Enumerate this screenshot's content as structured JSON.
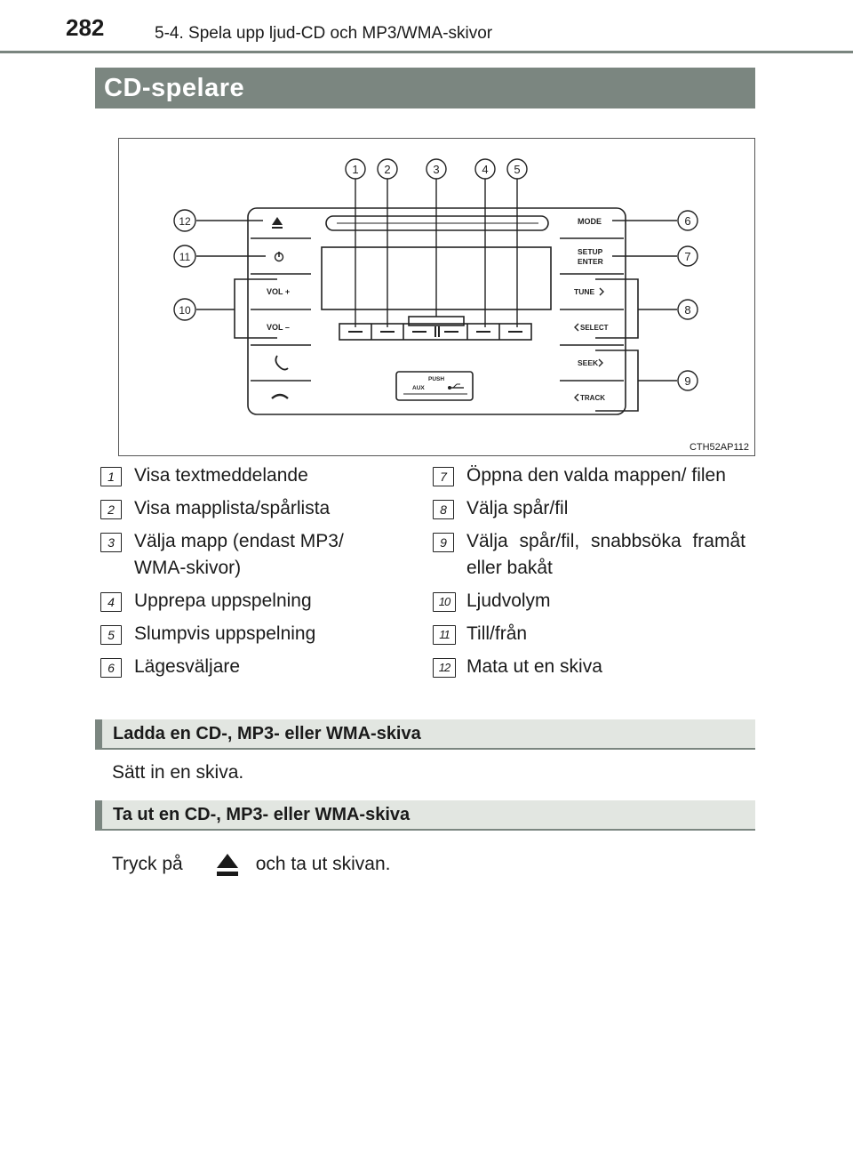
{
  "header": {
    "page_number": "282",
    "chapter": "5-4. Spela upp ljud-CD och MP3/WMA-skivor"
  },
  "section_title": "CD-spelare",
  "figure": {
    "code": "CTH52AP112",
    "buttons": {
      "mode": "MODE",
      "setup": "SETUP",
      "enter": "ENTER",
      "tune": "TUNE",
      "select": "SELECT",
      "seek": "SEEK",
      "track": "TRACK",
      "vol_plus": "VOL +",
      "vol_minus": "VOL –",
      "push": "PUSH",
      "aux": "AUX"
    },
    "callouts": [
      "1",
      "2",
      "3",
      "4",
      "5",
      "6",
      "7",
      "8",
      "9",
      "10",
      "11",
      "12"
    ]
  },
  "legend": [
    {
      "num": "1",
      "text": "Visa textmeddelande"
    },
    {
      "num": "2",
      "text": "Visa mapplista/spårlista"
    },
    {
      "num": "3",
      "text": "Välja mapp (endast MP3/ WMA-skivor)"
    },
    {
      "num": "4",
      "text": "Upprepa uppspelning"
    },
    {
      "num": "5",
      "text": "Slumpvis uppspelning"
    },
    {
      "num": "6",
      "text": "Lägesväljare"
    },
    {
      "num": "7",
      "text": "Öppna den valda mappen/ filen"
    },
    {
      "num": "8",
      "text": "Välja spår/fil"
    },
    {
      "num": "9",
      "text": "Välja spår/fil, snabbsöka framåt eller bakåt"
    },
    {
      "num": "10",
      "text": "Ljudvolym"
    },
    {
      "num": "11",
      "text": "Till/från"
    },
    {
      "num": "12",
      "text": "Mata ut en skiva"
    }
  ],
  "load_section": {
    "title": "Ladda en CD-, MP3- eller WMA-skiva",
    "text": "Sätt in en skiva."
  },
  "eject_section": {
    "title": "Ta ut en CD-, MP3- eller WMA-skiva",
    "text_before": "Tryck på",
    "text_after": "och ta ut skivan."
  }
}
